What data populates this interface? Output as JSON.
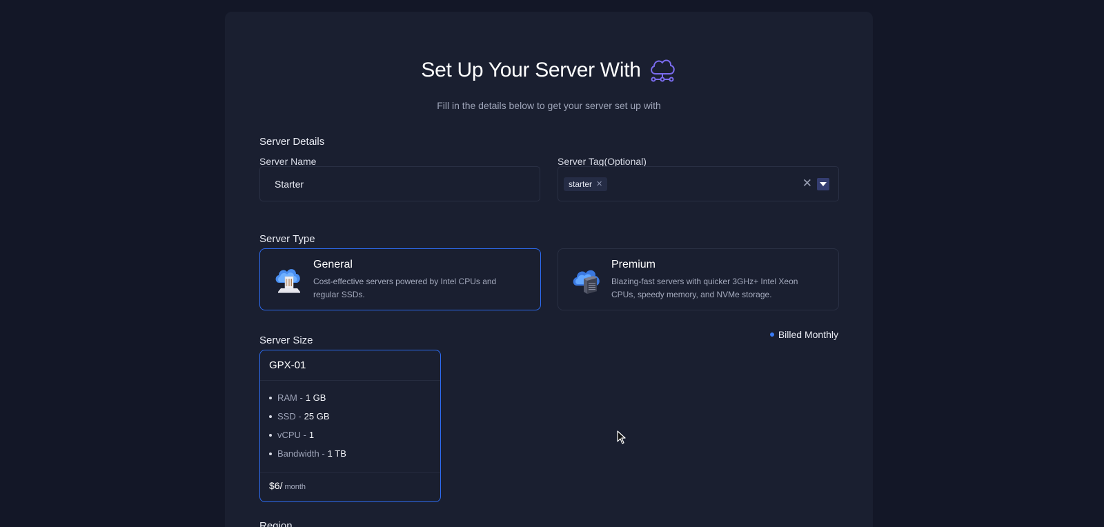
{
  "header": {
    "title": "Set Up Your Server With",
    "title_icon": "cloud-network-icon",
    "subtitle": "Fill in the details below to get your server set up with"
  },
  "server_details": {
    "section_label": "Server Details",
    "name_label": "Server Name",
    "name_value": "Starter",
    "tag_label": "Server Tag(Optional)",
    "tags": [
      "starter"
    ]
  },
  "server_type": {
    "section_label": "Server Type",
    "options": [
      {
        "title": "General",
        "description": "Cost-effective servers powered by Intel CPUs and regular SSDs.",
        "icon": "cloud-ssd-icon",
        "selected": true
      },
      {
        "title": "Premium",
        "description": "Blazing-fast servers with quicker 3GHz+ Intel Xeon CPUs, speedy memory, and NVMe storage.",
        "icon": "cloud-server-icon",
        "selected": false
      }
    ]
  },
  "server_size": {
    "section_label": "Server Size",
    "billing_label": "Billed Monthly",
    "plan": {
      "name": "GPX-01",
      "specs": [
        {
          "label": "RAM -",
          "value": "1 GB"
        },
        {
          "label": "SSD -",
          "value": "25 GB"
        },
        {
          "label": "vCPU -",
          "value": "1"
        },
        {
          "label": "Bandwidth -",
          "value": "1 TB"
        }
      ],
      "price": "$6/",
      "period": "month"
    }
  },
  "region": {
    "section_label": "Region"
  },
  "colors": {
    "accent": "#2d6bf0",
    "background": "#131727",
    "panel": "#1a1f30"
  }
}
